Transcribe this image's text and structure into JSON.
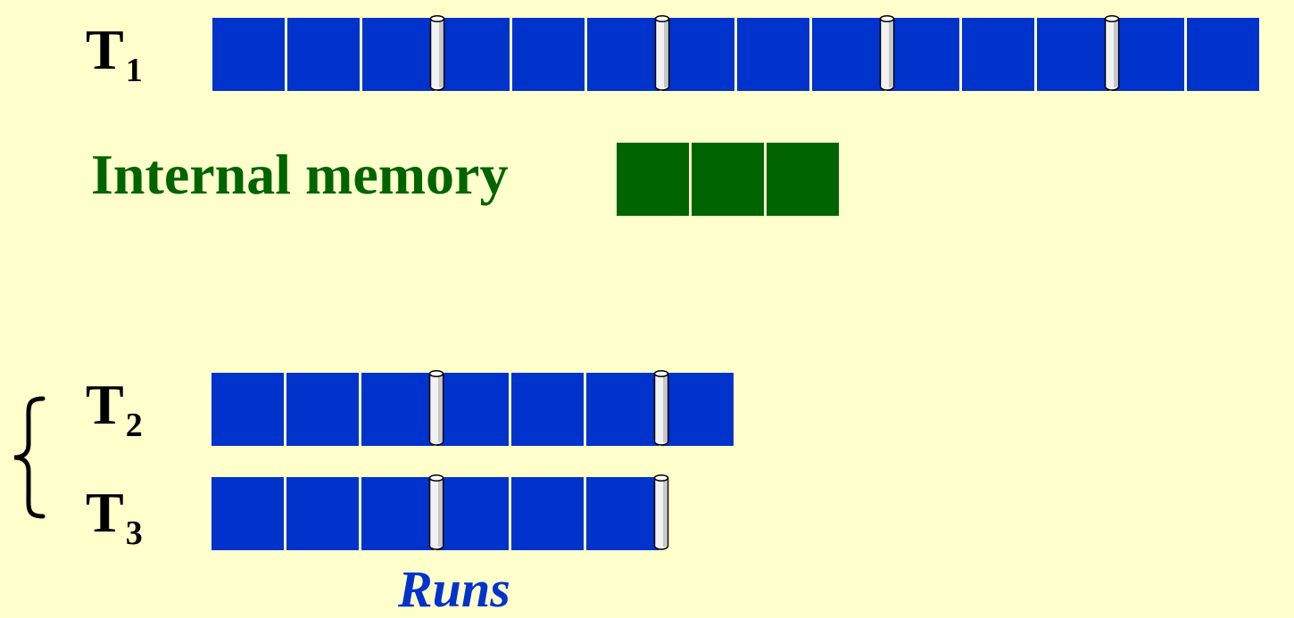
{
  "colors": {
    "background": "#ffffcc",
    "tape_block": "#0033cc",
    "memory_block": "#006400",
    "memory_label": "#006400",
    "runs_label": "#0033cc",
    "separator_fill": "#f2f2f2",
    "separator_stroke": "#000000"
  },
  "tapes": [
    {
      "name": "T",
      "subscript": "1",
      "blocks": 14,
      "run_ends_after_block": [
        3,
        6,
        9,
        12
      ]
    },
    {
      "name": "T",
      "subscript": "2",
      "blocks": 7,
      "run_ends_after_block": [
        3,
        6
      ]
    },
    {
      "name": "T",
      "subscript": "3",
      "blocks": 6,
      "run_ends_after_block": [
        3,
        6
      ]
    }
  ],
  "internal_memory": {
    "label": "Internal memory",
    "blocks": 3
  },
  "runs_label": "Runs",
  "icons": {
    "run_separator": "cylinder-icon",
    "group_brace": "curly-brace-icon"
  }
}
